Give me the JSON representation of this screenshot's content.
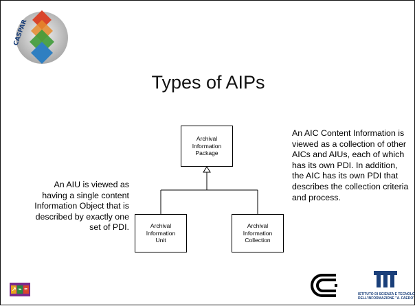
{
  "slide": {
    "title": "Types of AIPs",
    "logo_text": "CASPAR",
    "diagram": {
      "top_box": [
        "Archival",
        "Information",
        "Package"
      ],
      "left_box": [
        "Archival",
        "Information",
        "Unit"
      ],
      "right_box": [
        "Archival",
        "Information",
        "Collection"
      ]
    },
    "left_text": "An AIU is viewed as having a single content Information Object that is described by exactly one set of PDI.",
    "right_text": "An AIC Content Information is viewed as a collection of other AICs and AIUs, each of which has its own PDI. In addition, the AIC has its own PDI that describes the collection criteria and process.",
    "footer": {
      "isti_line1": "ISTITUTO DI SCIENZA E TECNOLOGIE",
      "isti_line2": "DELL'INFORMAZIONE \"A. FAEDO\""
    },
    "colors": {
      "caspar_red": "#d9452b",
      "caspar_orange": "#e58a2c",
      "caspar_green": "#3f9b3a",
      "caspar_blue": "#2f7fc1",
      "isti_blue": "#1a3f7a"
    }
  }
}
